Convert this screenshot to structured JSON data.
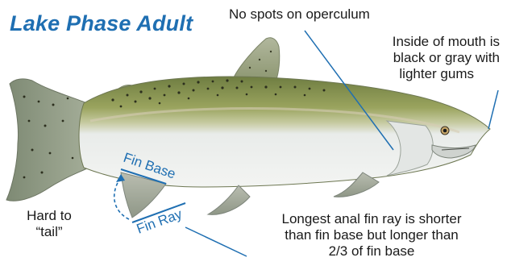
{
  "title": "Lake Phase Adult",
  "labels": {
    "operculum": "No spots on operculum",
    "mouth_line1": "Inside of mouth is",
    "mouth_line2": "black or gray with",
    "mouth_line3": "lighter gums",
    "fin_base": "Fin Base",
    "fin_ray": "Fin Ray",
    "tail_line1": "Hard to",
    "tail_line2": "“tail”",
    "anal_line1": "Longest anal fin ray is shorter",
    "anal_line2": "than fin base but longer than",
    "anal_line3": "2/3 of fin base"
  },
  "colors": {
    "title_blue": "#1f6fb2",
    "callout_line": "#1f6fb2",
    "back_olive": "#8a9a52",
    "belly_silver": "#e7eae8",
    "fin_gray": "#a7ad9c",
    "tail_gray": "#8f9a84"
  }
}
